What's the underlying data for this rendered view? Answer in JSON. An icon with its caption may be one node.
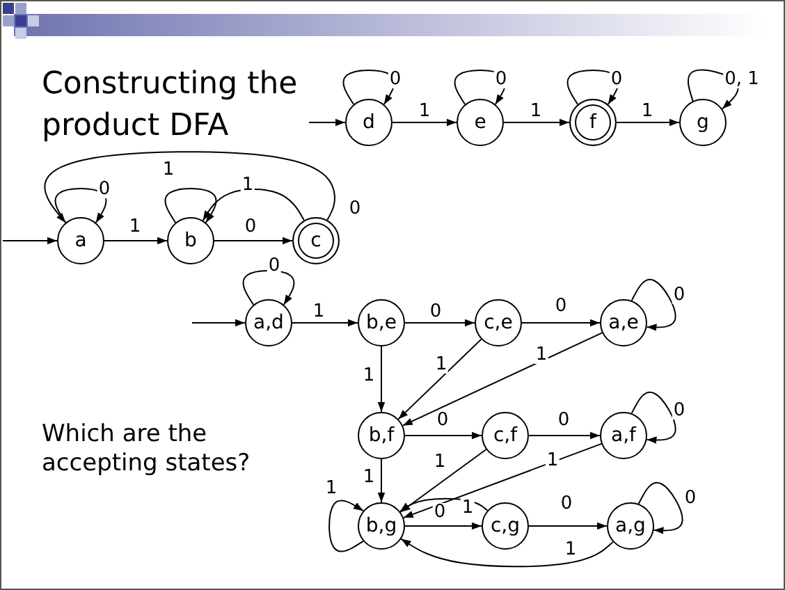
{
  "diagram": {
    "title": "Constructing the product DFA",
    "nodes": [
      {
        "text": [
          "a"
        ]
      },
      {
        "text": [
          "b"
        ]
      },
      {
        "text": [
          "c"
        ]
      },
      {
        "text": [
          "d"
        ]
      },
      {
        "text": [
          "e"
        ]
      },
      {
        "text": [
          "f"
        ]
      },
      {
        "text": [
          "g"
        ]
      },
      {
        "text": [
          "a,d"
        ]
      },
      {
        "text": [
          "b,e"
        ]
      },
      {
        "text": [
          "c,e"
        ]
      },
      {
        "text": [
          "a,e"
        ]
      },
      {
        "text": [
          "b,f"
        ]
      },
      {
        "text": [
          "c,f"
        ]
      },
      {
        "text": [
          "a,f"
        ]
      },
      {
        "text": [
          "b,g"
        ]
      },
      {
        "text": [
          "c,g"
        ]
      },
      {
        "text": [
          "a,g"
        ]
      }
    ],
    "edges": [
      {
        "from": null,
        "to": 0,
        "arrow": "to"
      },
      {
        "from": 0,
        "to": 0,
        "label": "0",
        "arrow": "to"
      },
      {
        "from": 0,
        "to": 1,
        "label": "1",
        "arrow": "to"
      },
      {
        "from": 1,
        "to": 1,
        "label": "1",
        "arrow": "to"
      },
      {
        "from": 1,
        "to": 2,
        "label": "0",
        "arrow": "to"
      },
      {
        "from": 2,
        "to": 1,
        "label": "1",
        "arrow": "to"
      },
      {
        "from": 2,
        "to": 0,
        "label": "0",
        "arrow": "to"
      },
      {
        "from": null,
        "to": 3,
        "arrow": "to"
      },
      {
        "from": 3,
        "to": 3,
        "label": "0",
        "arrow": "to"
      },
      {
        "from": 3,
        "to": 4,
        "label": "1",
        "arrow": "to"
      },
      {
        "from": 4,
        "to": 4,
        "label": "0",
        "arrow": "to"
      },
      {
        "from": 4,
        "to": 5,
        "label": "1",
        "arrow": "to"
      },
      {
        "from": 5,
        "to": 5,
        "label": "0",
        "arrow": "to"
      },
      {
        "from": 5,
        "to": 6,
        "label": "1",
        "arrow": "to"
      },
      {
        "from": 6,
        "to": 6,
        "label": "0, 1",
        "arrow": "to"
      },
      {
        "from": null,
        "to": 7,
        "arrow": "to"
      },
      {
        "from": 7,
        "to": 7,
        "label": "0",
        "arrow": "to"
      },
      {
        "from": 7,
        "to": 8,
        "label": "1",
        "arrow": "to"
      },
      {
        "from": 8,
        "to": 9,
        "label": "0",
        "arrow": "to"
      },
      {
        "from": 9,
        "to": 10,
        "label": "0",
        "arrow": "to"
      },
      {
        "from": 10,
        "to": 10,
        "label": "0",
        "arrow": "to"
      },
      {
        "from": 8,
        "to": 11,
        "label": "1",
        "arrow": "to"
      },
      {
        "from": 9,
        "to": 11,
        "label": "1",
        "arrow": "to"
      },
      {
        "from": 10,
        "to": 11,
        "label": "1",
        "arrow": "to"
      },
      {
        "from": 11,
        "to": 12,
        "label": "0",
        "arrow": "to"
      },
      {
        "from": 12,
        "to": 13,
        "label": "0",
        "arrow": "to"
      },
      {
        "from": 13,
        "to": 13,
        "label": "0",
        "arrow": "to"
      },
      {
        "from": 11,
        "to": 14,
        "label": "1",
        "arrow": "to"
      },
      {
        "from": 12,
        "to": 14,
        "label": "1",
        "arrow": "to"
      },
      {
        "from": 13,
        "to": 14,
        "label": "1",
        "arrow": "to"
      },
      {
        "from": 14,
        "to": 14,
        "label": "1",
        "arrow": "to"
      },
      {
        "from": 14,
        "to": 15,
        "label": "0",
        "arrow": "to"
      },
      {
        "from": 15,
        "to": 14,
        "label": "1",
        "arrow": "to"
      },
      {
        "from": 15,
        "to": 16,
        "label": "0",
        "arrow": "to"
      },
      {
        "from": 16,
        "to": 16,
        "label": "0",
        "arrow": "to"
      },
      {
        "from": 16,
        "to": 14,
        "label": "1",
        "arrow": "to"
      }
    ],
    "labels": [
      "Which are the accepting states?"
    ]
  }
}
